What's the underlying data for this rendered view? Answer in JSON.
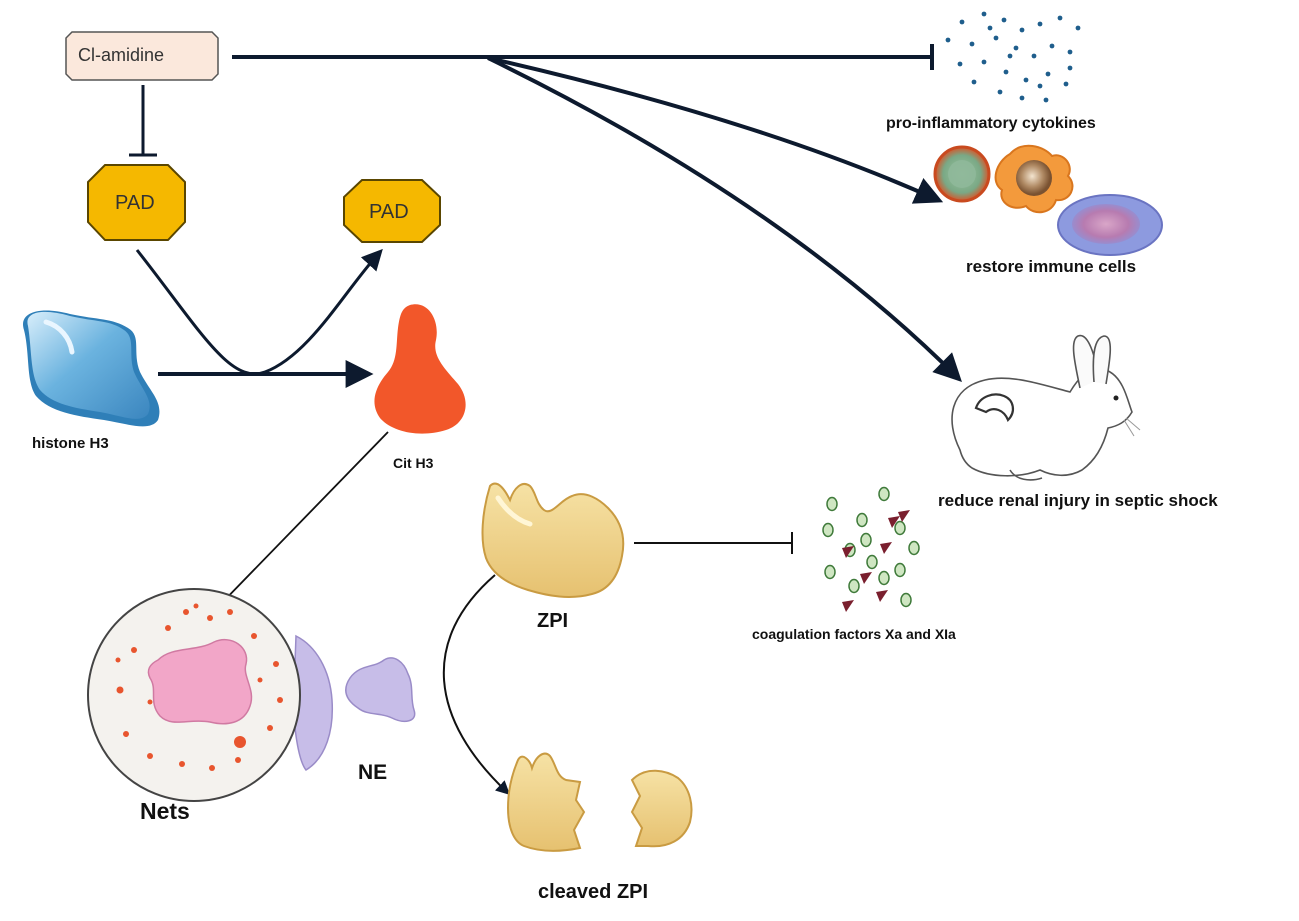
{
  "nodes": {
    "cl_amidine": "Cl-amidine",
    "pad_inhibited": "PAD",
    "pad_active": "PAD",
    "histone_h3": "histone H3",
    "cit_h3": "Cit H3",
    "nets": "Nets",
    "ne": "NE",
    "zpi": "ZPI",
    "cleaved_zpi": "cleaved ZPI",
    "cytokines": "pro-inflammatory cytokines",
    "immune_cells": "restore immune cells",
    "renal": "reduce renal injury in septic shock",
    "coagulation": "coagulation factors Xa and XIa"
  },
  "colors": {
    "pad_fill": "#f5b800",
    "cl_amidine_fill": "#fbe8dc",
    "histone_fill": "#5aa7d6",
    "cit_h3_fill": "#f2572a",
    "nets_dots": "#e8552e",
    "nets_nucleus": "#f2a6c8",
    "ne_fill": "#c7bde8",
    "zpi_fill": "#f3d68a",
    "cytokine_dots": "#1f5e8c",
    "line": "#0d1a2e"
  }
}
